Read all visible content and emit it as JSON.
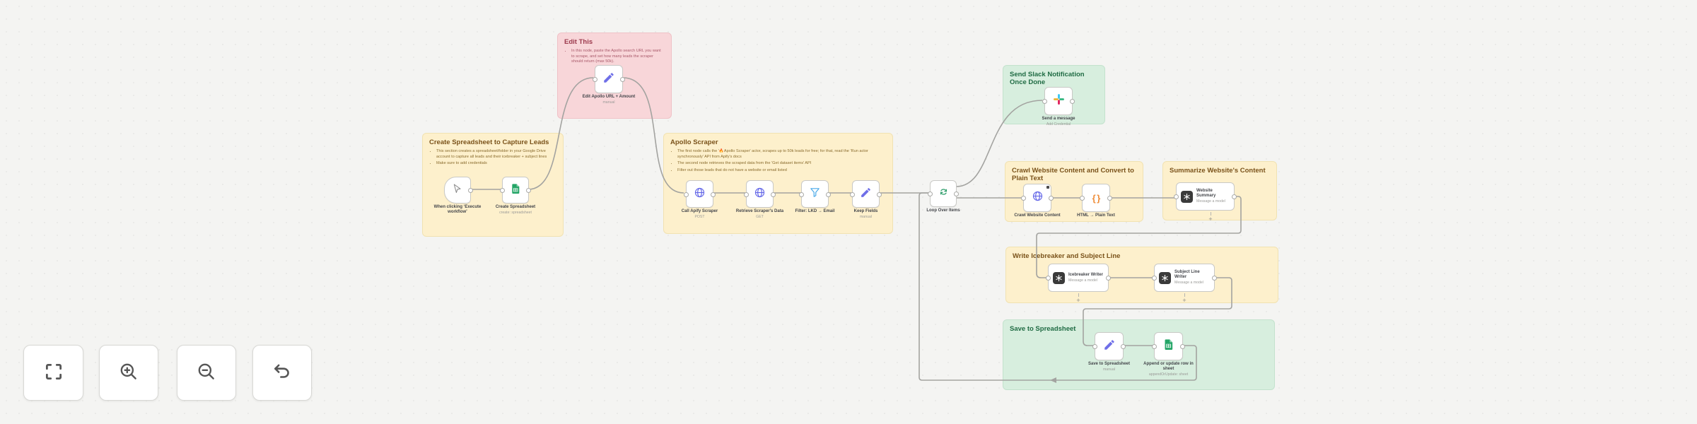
{
  "app": {
    "name": "workflow-canvas"
  },
  "notes": [
    {
      "id": "edit-this",
      "color": "pink",
      "title": "Edit This",
      "bullets": [
        "In this node, paste the Apollo search URL you want to scrape, and set how many leads the scraper should return (max 50k)."
      ]
    },
    {
      "id": "create-spreadsheet",
      "color": "yellow",
      "title": "Create Spreadsheet to Capture Leads",
      "bullets": [
        "This section creates a spreadsheet/folder in your Google Drive account to capture all leads and their icebreaker + subject lines",
        "Make sure to add credentials"
      ]
    },
    {
      "id": "apollo-scraper",
      "color": "yellow",
      "title": "Apollo Scraper",
      "bullets": [
        "The first node calls the '🔥Apollo Scraper' actor, scrapes up to 50k leads for free; for that, read the 'Run actor synchronously' API from Apify's docs",
        "The second node retrieves the scraped data from the 'Get dataset items' API",
        "Filter out those leads that do not have a website or email listed"
      ]
    },
    {
      "id": "slack-note",
      "color": "green",
      "title": "Send Slack Notification Once Done",
      "bullets": []
    },
    {
      "id": "crawl-note",
      "color": "yellow",
      "title": "Crawl Website Content and Convert to Plain Text",
      "bullets": []
    },
    {
      "id": "summarize-note",
      "color": "yellow",
      "title": "Summarize Website's Content",
      "bullets": []
    },
    {
      "id": "icebreaker-note",
      "color": "yellow",
      "title": "Write Icebreaker and Subject Line",
      "bullets": []
    },
    {
      "id": "save-note",
      "color": "green",
      "title": "Save to Spreadsheet",
      "bullets": []
    }
  ],
  "nodes": {
    "trigger": {
      "label": "When clicking ‘Execute workflow’"
    },
    "create_sheet": {
      "label": "Create Spreadsheet",
      "sub": "create: spreadsheet"
    },
    "edit_apollo": {
      "label": "Edit Apollo URL + Amount",
      "sub": "manual"
    },
    "call_apify": {
      "label": "Call Apify Scraper",
      "sub": "POST"
    },
    "retrieve": {
      "label": "Retrieve Scraper's Data",
      "sub": "GET"
    },
    "filter": {
      "label": "Filter: LKD → Email"
    },
    "keep_fields": {
      "label": "Keep Fields",
      "sub": "manual"
    },
    "loop": {
      "label": "Loop Over Items"
    },
    "slack": {
      "label": "Send a message",
      "sub": "Add Credential"
    },
    "crawl": {
      "label": "Crawl Website Content"
    },
    "html2text": {
      "label": "HTML → Plain Text"
    },
    "summary": {
      "label": "Website Summary",
      "sub": "Message a model"
    },
    "icebreaker": {
      "label": "Icebreaker Writer",
      "sub": "Message a model"
    },
    "subject": {
      "label": "Subject Line Writer",
      "sub": "Message a model"
    },
    "save_set": {
      "label": "Save to Spreadsheet",
      "sub": "manual"
    },
    "append": {
      "label": "Append or update row in sheet",
      "sub": "appendOrUpdate: sheet"
    }
  },
  "icons": {
    "controls": [
      "fit-view-icon",
      "zoom-in-icon",
      "zoom-out-icon",
      "undo-icon"
    ],
    "node_icons": [
      "cursor-icon",
      "sheets-icon",
      "pencil-icon",
      "globe-icon",
      "funnel-icon",
      "loop-icon",
      "slack-icon",
      "openai-icon",
      "braces-icon"
    ],
    "braces_glyph": "{ }"
  },
  "colors": {
    "canvas": "#f4f4f2",
    "note_yellow": "#fdf0cc",
    "note_pink": "#f8d6d9",
    "note_green": "#d7eede",
    "edge": "#a3a3a0",
    "accent_indigo": "#6568e8",
    "sheets_green": "#23A566",
    "slack": [
      "#36C5F0",
      "#2EB67D",
      "#E01E5A",
      "#ECB22E"
    ],
    "funnel_blue": "#4aa9e8",
    "loop_green": "#2e9e6b"
  }
}
